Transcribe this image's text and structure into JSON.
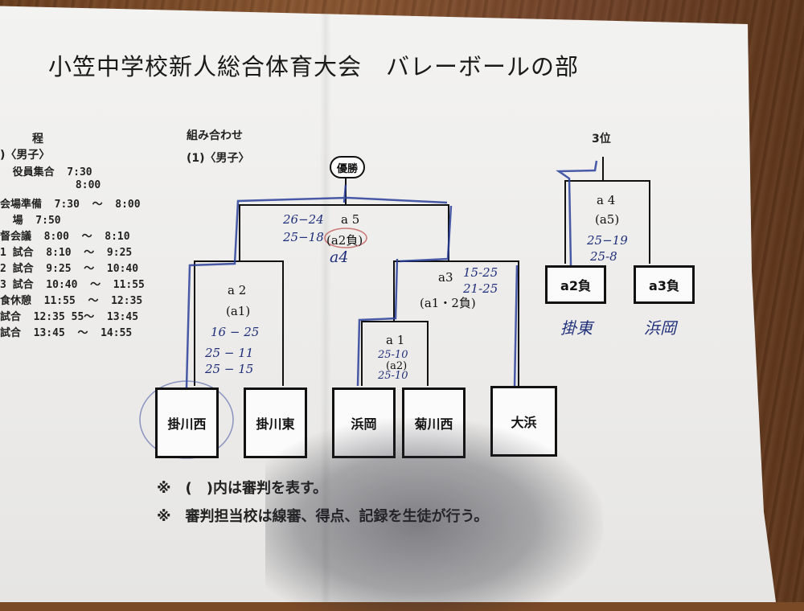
{
  "title": "小笠中学校新人総合体育大会　バレーボールの部",
  "schedule": {
    "heading": "程",
    "gender": ")〈男子〉",
    "lines": [
      "  役員集合  7:30",
      "            8:00",
      "会場準備  7:30  〜  8:00",
      "  場  7:50",
      "督会議  8:00  〜  8:10",
      "1 試合  8:10  〜  9:25",
      "2 試合  9:25  〜  10:40",
      "3 試合  10:40  〜  11:55",
      "食休憩  11:55  〜  12:35",
      "試合  12:35 55〜  13:45",
      "試合  13:45  〜  14:55"
    ]
  },
  "bracket": {
    "heading": "組み合わせ",
    "subheading": "(1)〈男子〉",
    "champion": "優勝",
    "third_place": "3位",
    "teams": [
      "掛川西",
      "掛川東",
      "浜岡",
      "菊川西",
      "大浜"
    ],
    "third_teams": [
      "a2負",
      "a3負"
    ],
    "matches": {
      "a1": {
        "code": "a 1",
        "ref": "(a2)",
        "scores": [
          "25-10",
          "25-10"
        ]
      },
      "a2": {
        "code": "a 2",
        "ref": "(a1)",
        "scores": [
          "16 − 25",
          "25 − 11",
          "25 − 15"
        ]
      },
      "a3": {
        "code": "a3",
        "ref": "(a1・2負)",
        "scores": [
          "15-25",
          "21-25"
        ]
      },
      "a4": {
        "code": "a 4",
        "ref": "(a5)",
        "scores": [
          "25−19",
          "25-8"
        ]
      },
      "a5": {
        "code": "a 5",
        "ref": "(a2負)",
        "scores": [
          "26−24",
          "25−18"
        ],
        "note": "a4"
      }
    },
    "handwritten_names": [
      "掛東",
      "浜岡"
    ]
  },
  "notes": [
    "※　(　)内は審判を表す。",
    "※　審判担当校は線審、得点、記録を生徒が行う。"
  ],
  "colors": {
    "ink": "#111111",
    "pen": "#1f2f7a",
    "paper": "#efeeec"
  }
}
